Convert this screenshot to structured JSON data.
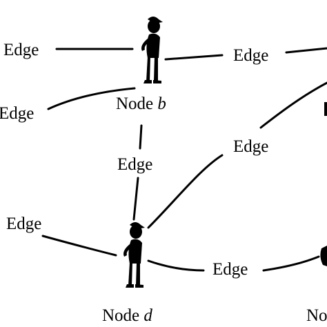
{
  "edge_label": "Edge",
  "nodes": {
    "b": {
      "prefix": "Node ",
      "letter": "b"
    },
    "d": {
      "prefix": "Node ",
      "letter": "d"
    },
    "right_partial": {
      "prefix": "No"
    }
  }
}
